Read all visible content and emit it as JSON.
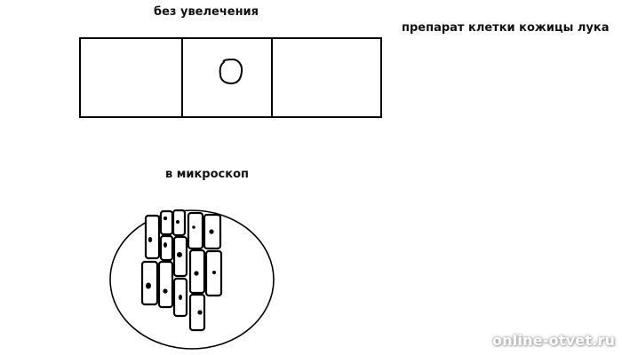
{
  "labels": {
    "without_magnification": "без увелечения",
    "specimen": "препарат клетки кожицы лука",
    "in_microscope": "в микроскоп"
  },
  "watermark": "online-otvet.ru",
  "slide": {
    "sections": 3,
    "specimen_spot": "onion-skin-sample"
  },
  "microscope_view": {
    "field": "oval",
    "cells": 13,
    "cell_shape": "rectangular",
    "nucleus": "dot"
  },
  "colors": {
    "stroke": "#000000",
    "background": "#ffffff"
  }
}
